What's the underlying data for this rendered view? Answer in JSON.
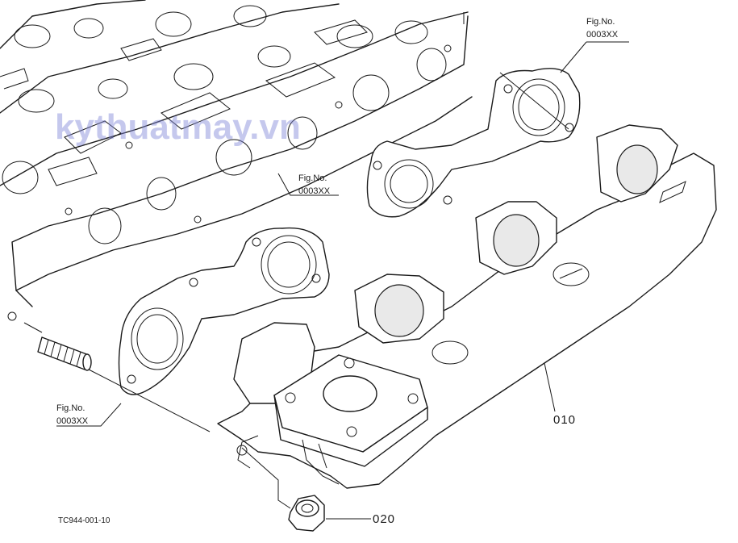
{
  "watermark": "kythuatmay.vn",
  "callouts": {
    "fig_top_right": {
      "line1": "Fig.No.",
      "line2": "0003XX"
    },
    "fig_center": {
      "line1": "Fig.No.",
      "line2": "0003XX"
    },
    "fig_left": {
      "line1": "Fig.No.",
      "line2": "0003XX"
    }
  },
  "part_numbers": {
    "manifold": "010",
    "nut": "020"
  },
  "drawing_code": "TC944-001-10",
  "colors": {
    "line": "#1a1a1a",
    "watermark": "#7f86d9",
    "background": "#ffffff"
  }
}
